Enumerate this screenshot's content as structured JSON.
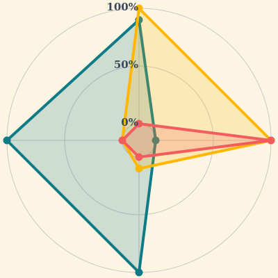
{
  "chart_data": {
    "type": "radar",
    "title": "",
    "axes": [
      "",
      "",
      "",
      ""
    ],
    "rlim": [
      0,
      100
    ],
    "r_ticks": [
      "0%",
      "50%",
      "100%"
    ],
    "grid": true,
    "legend": "none",
    "series": [
      {
        "color": "#0f7b86",
        "fill": "#0f7b86",
        "values": [
          90,
          0,
          100,
          100
        ]
      },
      {
        "color": "#ffb703",
        "fill": "#ffb703",
        "values": [
          100,
          100,
          10,
          0
        ]
      },
      {
        "color": "#f25c5c",
        "fill": "#f25c5c",
        "values": [
          0,
          100,
          0,
          0
        ]
      }
    ]
  }
}
